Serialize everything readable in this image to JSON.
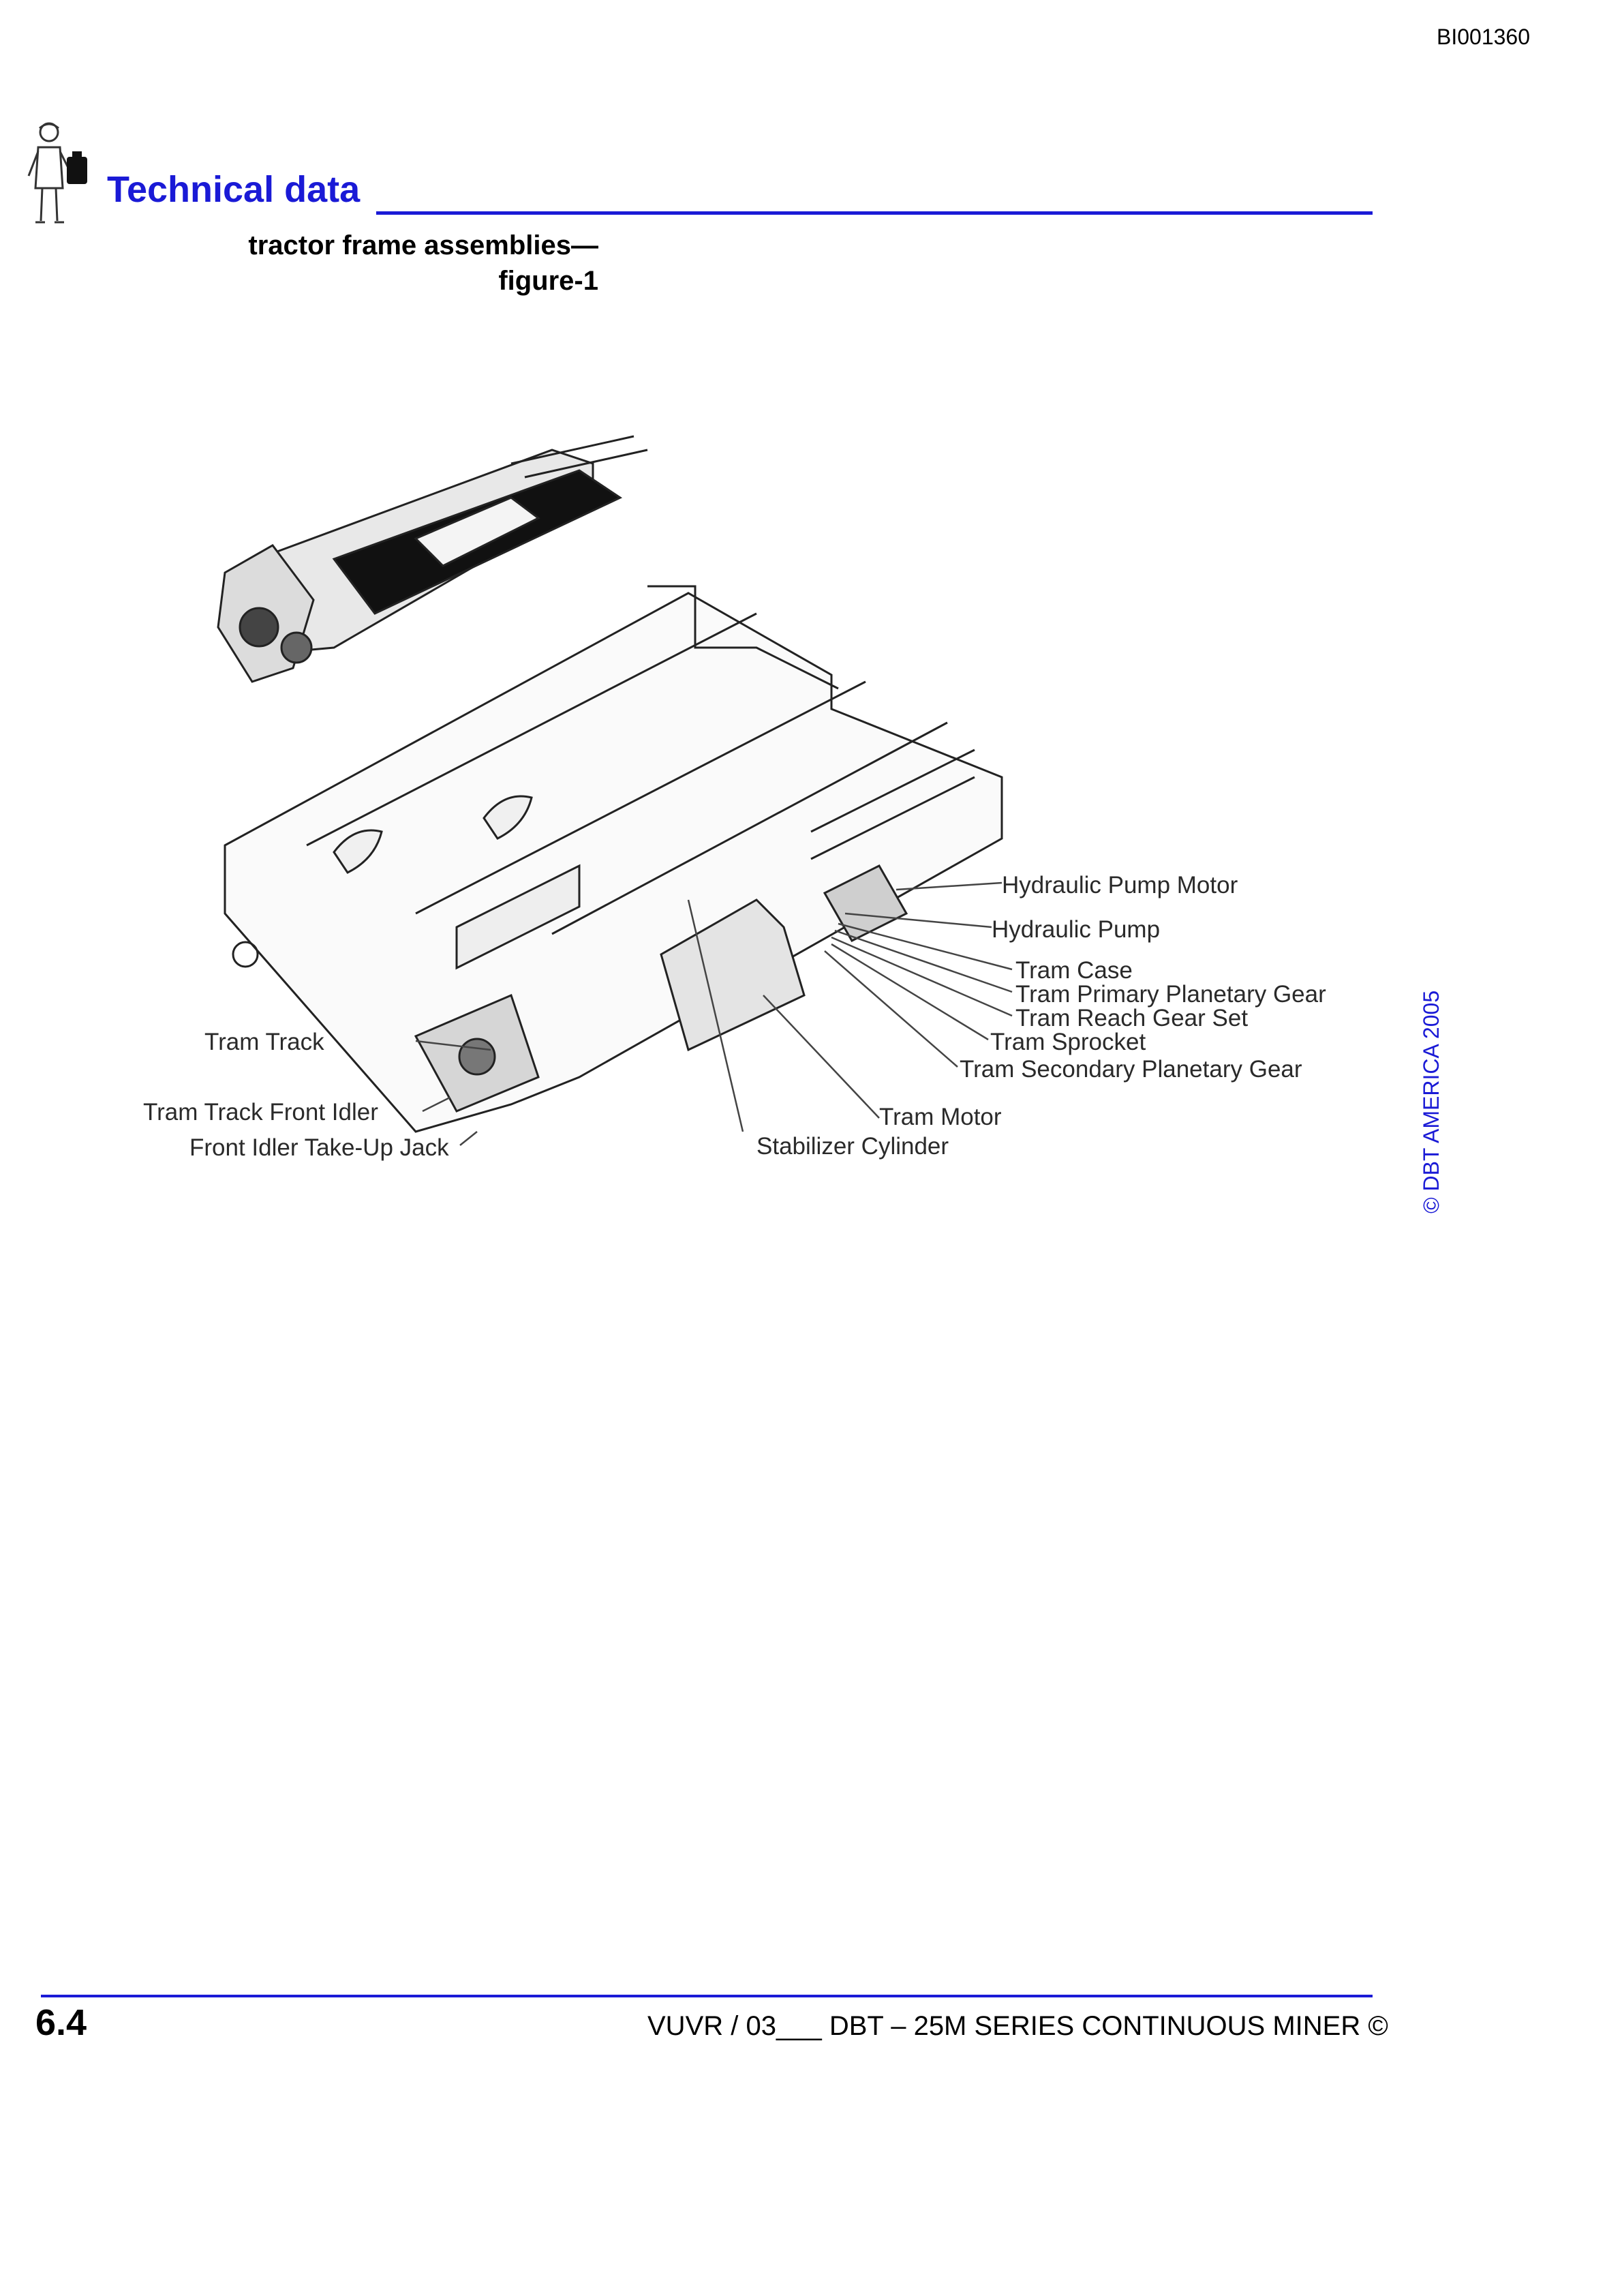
{
  "header": {
    "doc_id": "BI001360",
    "section_title": "Technical data",
    "subtitle_line1": "tractor frame assemblies—",
    "subtitle_line2": "figure-1"
  },
  "figure": {
    "labels": {
      "hydraulic_pump_motor": "Hydraulic Pump Motor",
      "hydraulic_pump": "Hydraulic Pump",
      "tram_case": "Tram Case",
      "tram_primary_planetary_gear": "Tram Primary Planetary Gear",
      "tram_reach_gear_set": "Tram Reach Gear Set",
      "tram_sprocket": "Tram Sprocket",
      "tram_secondary_planetary_gear": "Tram Secondary Planetary Gear",
      "tram_motor": "Tram Motor",
      "stabilizer_cylinder": "Stabilizer Cylinder",
      "tram_track": "Tram Track",
      "tram_track_front_idler": "Tram Track Front Idler",
      "front_idler_take_up_jack": "Front Idler Take-Up Jack"
    }
  },
  "side": {
    "copyright": "© DBT AMERICA 2005"
  },
  "footer": {
    "page_number": "6.4",
    "text": "VUVR / 03___  DBT – 25M SERIES CONTINUOUS MINER  ©"
  },
  "colors": {
    "accent": "#1a1ad6"
  }
}
